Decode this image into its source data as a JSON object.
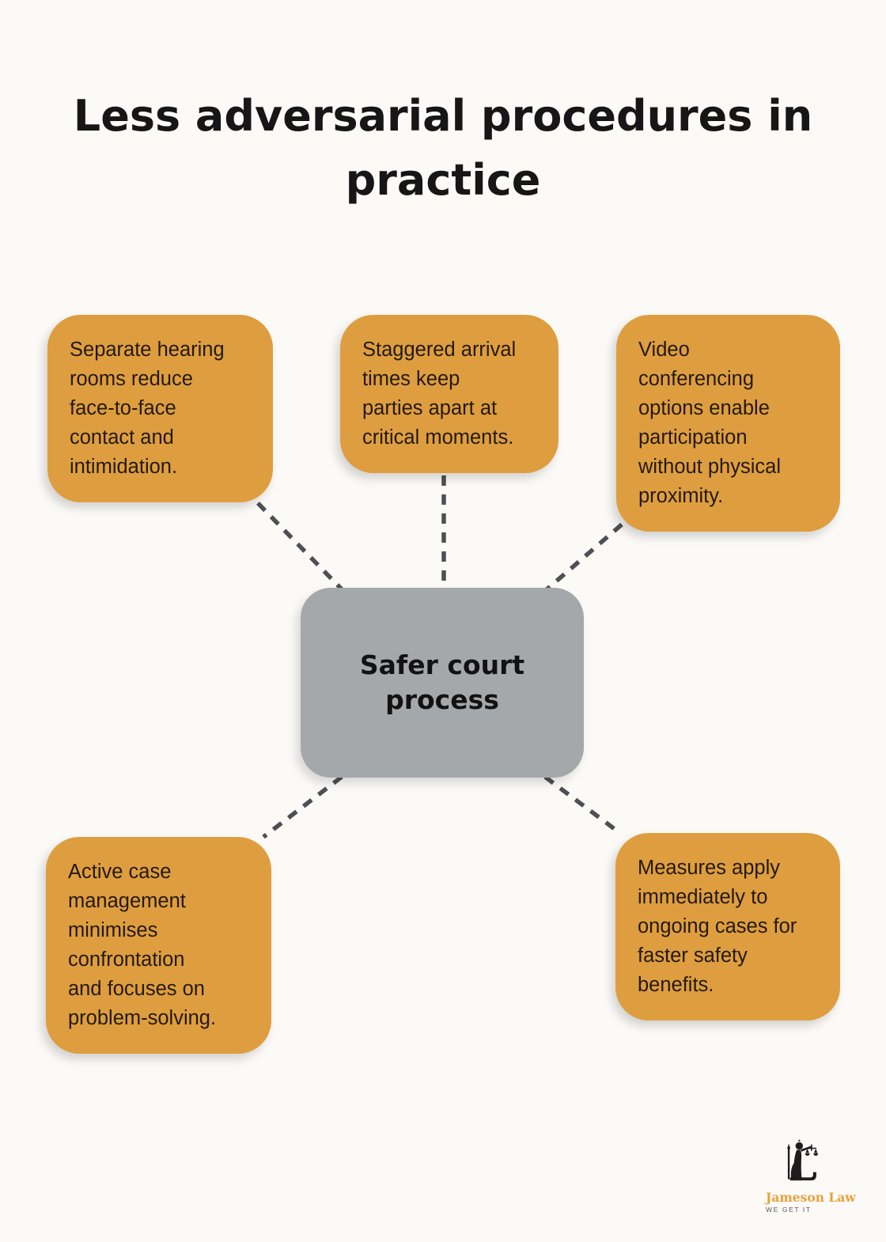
{
  "title": "Less adversarial procedures in\npractice",
  "diagram": {
    "center": {
      "label": "Safer court\nprocess",
      "fill": "#A5A8AB"
    },
    "nodes": [
      {
        "id": "separate-hearing-rooms",
        "text": "Separate hearing\nrooms reduce\nface-to-face\ncontact and\nintimidation."
      },
      {
        "id": "staggered-arrival-times",
        "text": "Staggered arrival\ntimes keep\nparties apart at\ncritical moments."
      },
      {
        "id": "video-conferencing",
        "text": "Video\nconferencing\noptions enable\nparticipation\nwithout physical\nproximity."
      },
      {
        "id": "active-case-management",
        "text": "Active case\nmanagement\nminimises\nconfrontation\nand focuses on\nproblem-solving."
      },
      {
        "id": "measures-apply-immediately",
        "text": "Measures apply\nimmediately to\nongoing cases for\nfaster safety\nbenefits."
      }
    ],
    "node_fill": "#DE9E3F",
    "node_text_color": "#241910",
    "connector_color": "#4D4F52",
    "background": "#FBFAF7"
  },
  "logo": {
    "brand": "Jameson Law",
    "tagline": "WE GET IT",
    "brand_color": "#E9A23B",
    "tagline_color": "#58595B"
  }
}
